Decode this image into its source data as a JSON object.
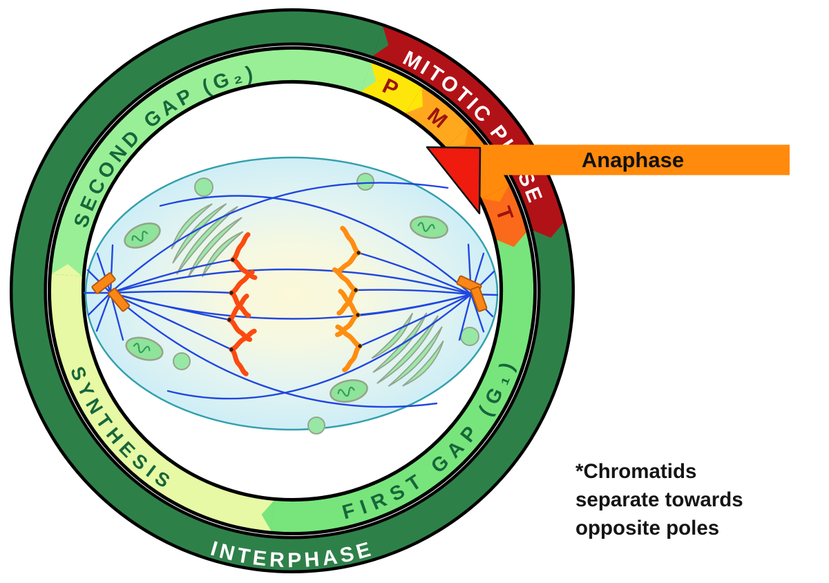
{
  "diagram": {
    "outer_ring": {
      "interphase_label": "INTERPHASE",
      "mitotic_label": "MITOTIC PHASE"
    },
    "inner_ring": {
      "second_gap_label": "SECOND GAP (G₂)",
      "synthesis_label": "SYNTHESIS",
      "first_gap_label": "FIRST GAP (G₁)",
      "prophase_letter": "P",
      "metaphase_letter": "M",
      "telophase_letter": "T"
    },
    "callout": {
      "label": "Anaphase"
    },
    "note": {
      "line1": "*Chromatids",
      "line2": "separate towards",
      "line3": "opposite poles"
    },
    "colors": {
      "outer_interphase_green": "#2e8049",
      "mitotic_red": "#b11217",
      "second_gap_light_green": "#99ef96",
      "synthesis_pale_green": "#e7f9a4",
      "first_gap_green": "#77e57c",
      "prophase_yellow": "#ffe60a",
      "metaphase_orange": "#ffa81e",
      "anaphase_orange": "#ff8a0c",
      "telophase_orange_red": "#fb6a1b",
      "phase_letter_dark_red": "#9c1410",
      "arrowhead_red": "#ee1b0e",
      "spindle_blue": "#2147e0",
      "chromosome_left_red": "#fb4a10",
      "chromosome_right_orange": "#fe8d11",
      "organelle_green": "#9fe8a8",
      "cell_membrane_teal": "#35a0ad",
      "ring_text_dark_green": "#17663b",
      "note_text_black": "#151515"
    }
  }
}
